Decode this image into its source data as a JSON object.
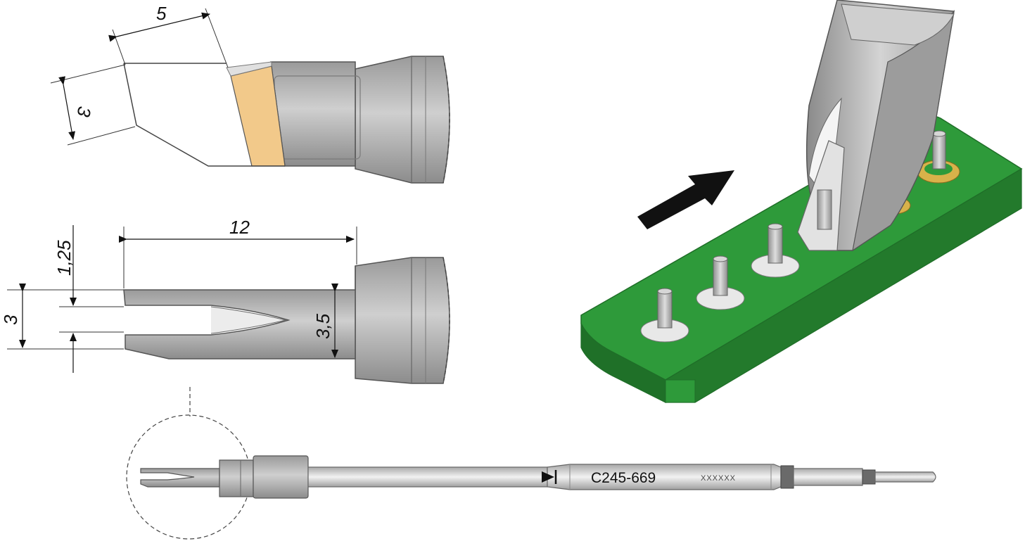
{
  "dimensions": {
    "top_width": "5",
    "top_height": "3",
    "length": "12",
    "tine_offset": "1,25",
    "fork_width": "3",
    "body_height": "3,5"
  },
  "cartridge": {
    "part_number": "C245-669",
    "serial": "XXXXXX"
  },
  "icons": {
    "direction": "direction-arrow-icon",
    "polarity": "polarity-marker-icon"
  },
  "colors": {
    "metal": "#b4b4b4",
    "tin": "#f2c98a",
    "pcb": "#2e9a3a",
    "pad": "#d8b24a"
  }
}
